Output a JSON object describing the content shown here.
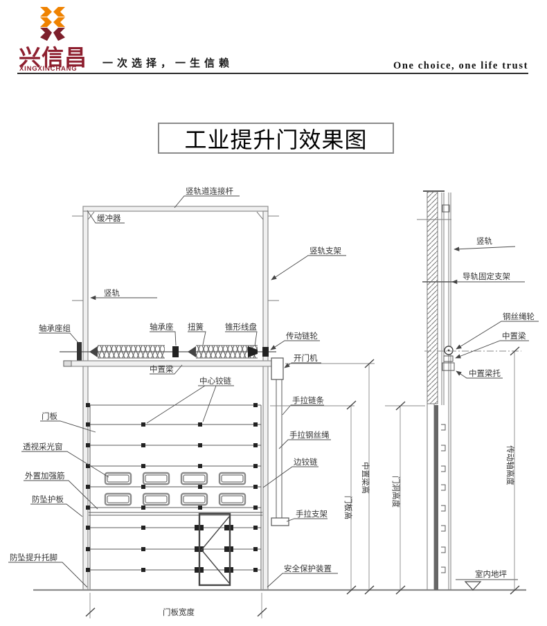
{
  "header": {
    "brand_cn": "兴信昌",
    "brand_en": "XINGXINCHANG",
    "slogan_cn": "一次选择，一生信赖",
    "slogan_en": "One choice, one life trust",
    "colors": {
      "brand_red": "#8e1f2f",
      "brand_orange": "#ef8200",
      "line_gray": "#8c8c8c"
    }
  },
  "title": "工业提升门效果图",
  "front_view": {
    "labels": {
      "track_connector_rod": "竖轨道连接杆",
      "buffer": "缓冲器",
      "vertical_rail_bracket": "竖轨支架",
      "vertical_rail": "竖轨",
      "bearing_seat_group": "轴承座组",
      "bearing_seat": "轴承座",
      "torsion_spring": "扭簧",
      "conical_cable_drum": "锥形线盘",
      "drive_chain_wheel": "传动链轮",
      "door_operator": "开门机",
      "center_beam": "中置梁",
      "center_hinge": "中心铰链",
      "door_panel": "门板",
      "vision_window": "透视采光窗",
      "external_stiffener": "外置加强筋",
      "anti_fall_guard": "防坠护板",
      "anti_fall_lifting_foot": "防坠提升托脚",
      "hand_chain": "手拉链条",
      "hand_wire_rope": "手拉钢丝绳",
      "side_hinge": "边铰链",
      "hand_pull_bracket": "手拉支架",
      "safety_device": "安全保护装置",
      "door_panel_width": "门板宽度"
    }
  },
  "side_view": {
    "labels": {
      "vertical_rail": "竖轨",
      "rail_fixing_bracket": "导轨固定支架",
      "wire_rope_pulley": "钢丝绳轮",
      "center_beam": "中置梁",
      "center_beam_support": "中置梁托",
      "indoor_floor": "室内地坪"
    }
  },
  "dimensions": {
    "door_panel_height": "门板高",
    "center_beam_height": "中置梁高",
    "door_opening_height": "门洞高度",
    "drive_shaft_height": "传动轴高度"
  }
}
